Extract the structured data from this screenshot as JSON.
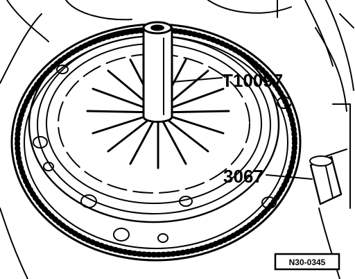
{
  "labels": {
    "tool_a": "T10097",
    "tool_b": "3067",
    "reference": "N30-0345"
  },
  "colors": {
    "ink": "#000000",
    "paper": "#ffffff"
  }
}
